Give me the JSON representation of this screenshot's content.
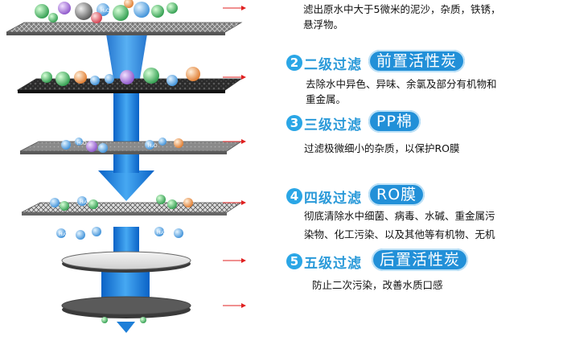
{
  "stages": [
    {
      "num": "",
      "title": "",
      "badge": "",
      "desc_lines": [
        "滤出原水中大于5微米的泥沙，杂质，铁锈，",
        "悬浮物。"
      ]
    },
    {
      "num": "2",
      "title": "二级过滤",
      "badge": "前置活性炭",
      "desc_lines": [
        "去除水中异色、异味、余氯及部分有机物和",
        "重金属。"
      ]
    },
    {
      "num": "3",
      "title": "三级过滤",
      "badge": "PP棉",
      "desc_lines": [
        "过滤极微细小的杂质，以保护RO膜"
      ]
    },
    {
      "num": "4",
      "title": "四级过滤",
      "badge": "RO膜",
      "desc_lines": [
        "彻底清除水中细菌、病毒、水碱、重金属污",
        "染物、化工污染、以及其他等有机物、无机"
      ]
    },
    {
      "num": "5",
      "title": "五级过滤",
      "badge": "后置活性炭",
      "desc_lines": [
        "防止二次污染，改善水质口感"
      ]
    }
  ],
  "molecule_label": "H₂O",
  "colors": {
    "accent": "#2290d8",
    "arrow_red": "#e02020",
    "flow_blue": "#1e7fd8",
    "carbon": "#222222",
    "mesh": "#6f6f6f"
  }
}
